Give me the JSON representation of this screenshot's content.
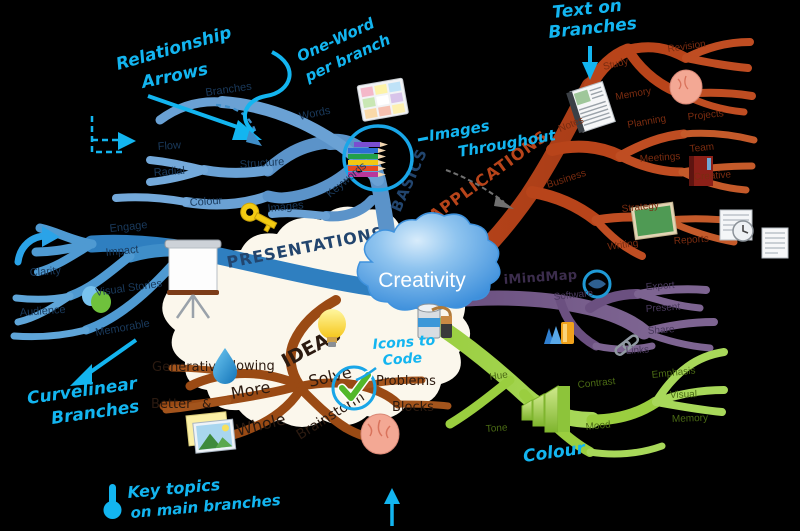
{
  "app": {
    "title": "Creativity",
    "product_label": "iMindMap"
  },
  "colors": {
    "background": "#000000",
    "center_node": "#4da2e8",
    "center_node_light": "#bcdcf7",
    "basics_branch": "#5b93c9",
    "presentations_branch": "#2f7fc0",
    "applications_branch": "#b8441a",
    "imindmap_branch": "#6b5080",
    "colour_branch": "#9ace3f",
    "ideas_branch": "#9a4a14",
    "annotation": "#13b5f0",
    "cloud_fill": "#fbf7ec",
    "ideas_text": "#2b1a10"
  },
  "center": {
    "label": "Creativity",
    "icon": "paint-can-icon"
  },
  "main_branches": [
    {
      "id": "basics",
      "label": "BASICS",
      "color": "#2f6ea5"
    },
    {
      "id": "applications",
      "label": "APPLICATIONS",
      "color": "#b8441a"
    },
    {
      "id": "presentations",
      "label": "PRESENTATIONS",
      "color": "#22456e"
    },
    {
      "id": "imindmap",
      "label": "iMindMap",
      "color": "#3c2d4d"
    },
    {
      "id": "colour",
      "label": "Colour",
      "color": "#13b5f0"
    }
  ],
  "annotations": [
    {
      "id": "relationship-arrows",
      "text_lines": [
        "Relationship",
        "Arrows"
      ]
    },
    {
      "id": "one-word-per-branch",
      "text_lines": [
        "One-Word",
        "per branch"
      ]
    },
    {
      "id": "text-on-branches",
      "text_lines": [
        "Text on",
        "Branches"
      ]
    },
    {
      "id": "images-throughout",
      "text_lines": [
        "Images",
        "Throughout"
      ]
    },
    {
      "id": "icons-to-code",
      "text_lines": [
        "Icons to",
        "Code"
      ]
    },
    {
      "id": "curvelinear-branches",
      "text_lines": [
        "Curvelinear",
        "Branches"
      ]
    },
    {
      "id": "key-topics",
      "text_lines": [
        "Key topics",
        "on main branches"
      ]
    },
    {
      "id": "colour",
      "text_lines": [
        "Colour"
      ]
    }
  ],
  "ideas_cluster": {
    "root": "IDEAS",
    "nodes": [
      {
        "label": "Generative"
      },
      {
        "label": "Flowing"
      },
      {
        "label": "Better"
      },
      {
        "label": "&"
      },
      {
        "label": "More"
      },
      {
        "label": "Whole"
      },
      {
        "label": "Brainstorm"
      },
      {
        "label": "Solve"
      },
      {
        "label": "Problems"
      },
      {
        "label": "Blocks"
      }
    ]
  },
  "icons": [
    {
      "id": "color-palette-icon",
      "name": "color-palette-icon"
    },
    {
      "id": "colored-pencils-icon",
      "name": "colored-pencils-icon"
    },
    {
      "id": "key-icon",
      "name": "key-icon"
    },
    {
      "id": "projector-screen-icon",
      "name": "projector-screen-icon"
    },
    {
      "id": "balloons-icon",
      "name": "balloons-icon"
    },
    {
      "id": "blue-curved-arrow-icon",
      "name": "blue-curved-arrow-icon"
    },
    {
      "id": "lightbulb-icon",
      "name": "lightbulb-icon"
    },
    {
      "id": "water-drop-icon",
      "name": "water-drop-icon"
    },
    {
      "id": "green-check-icon",
      "name": "green-check-icon"
    },
    {
      "id": "brain-icon",
      "name": "brain-icon"
    },
    {
      "id": "photo-icon",
      "name": "photo-icon"
    },
    {
      "id": "paint-can-icon",
      "name": "paint-can-icon"
    },
    {
      "id": "newspaper-icon",
      "name": "newspaper-icon"
    },
    {
      "id": "book-icon",
      "name": "book-icon"
    },
    {
      "id": "chalkboard-icon",
      "name": "chalkboard-icon"
    },
    {
      "id": "clock-document-icon",
      "name": "clock-document-icon"
    },
    {
      "id": "document-icon",
      "name": "document-icon"
    },
    {
      "id": "shapes-icon",
      "name": "shapes-icon"
    },
    {
      "id": "chain-link-icon",
      "name": "chain-link-icon"
    },
    {
      "id": "bar-chart-icon",
      "name": "bar-chart-icon"
    },
    {
      "id": "imindmap-logo-icon",
      "name": "imindmap-logo-icon"
    },
    {
      "id": "thermometer-icon",
      "name": "thermometer-icon"
    }
  ]
}
